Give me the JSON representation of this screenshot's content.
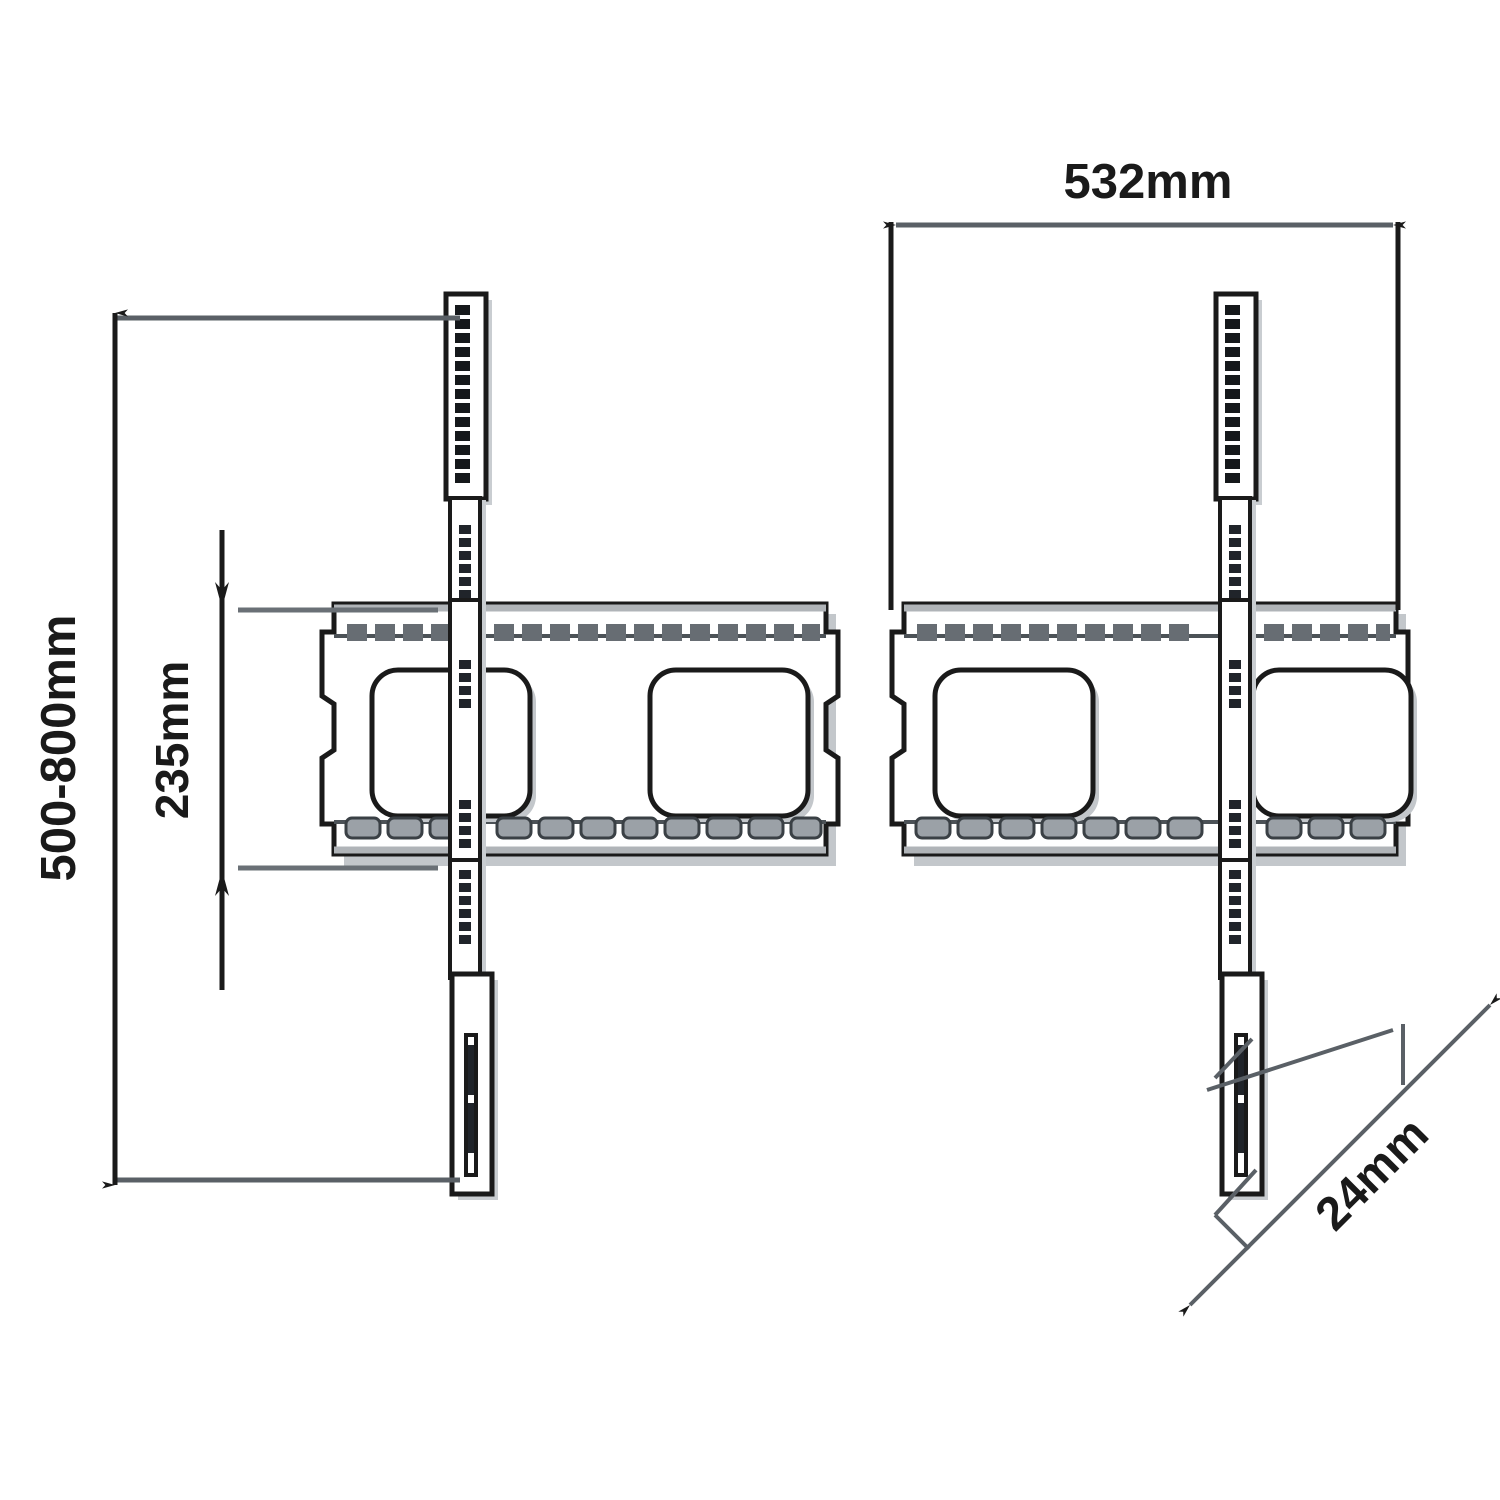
{
  "drawing": {
    "title": "TV wall mount bracket dimensional drawing",
    "type": "technical-line-drawing",
    "background_color": "#ffffff",
    "line_color": "#1a1a1a",
    "fill_light": "#b8bcc0",
    "fill_mid": "#8a9096",
    "fill_dark": "#5a6066",
    "views": [
      {
        "name": "front-view-left",
        "label": ""
      },
      {
        "name": "front-view-right",
        "label": ""
      }
    ]
  },
  "dimensions": {
    "height_range": {
      "label": "500-800mm",
      "value_min": 500,
      "value_max": 800,
      "unit": "mm",
      "orientation": "vertical",
      "position": "left"
    },
    "vertical_rail_spacing": {
      "label": "235mm",
      "value": 235,
      "unit": "mm",
      "orientation": "vertical",
      "position": "left-inner"
    },
    "width": {
      "label": "532mm",
      "value": 532,
      "unit": "mm",
      "orientation": "horizontal",
      "position": "top-right"
    },
    "depth": {
      "label": "24mm",
      "value": 24,
      "unit": "mm",
      "orientation": "diagonal",
      "position": "bottom-right"
    }
  },
  "features": {
    "horizontal_rail": {
      "name": "horizontal-mounting-rail",
      "top_slot_count": 17,
      "bottom_tab_count": 14,
      "cutout_count": 2,
      "cutout_shape": "rounded-rectangle"
    },
    "vertical_rail": {
      "name": "vertical-wall-plate",
      "perforation_count": 14,
      "perforation_shape": "slot"
    }
  }
}
